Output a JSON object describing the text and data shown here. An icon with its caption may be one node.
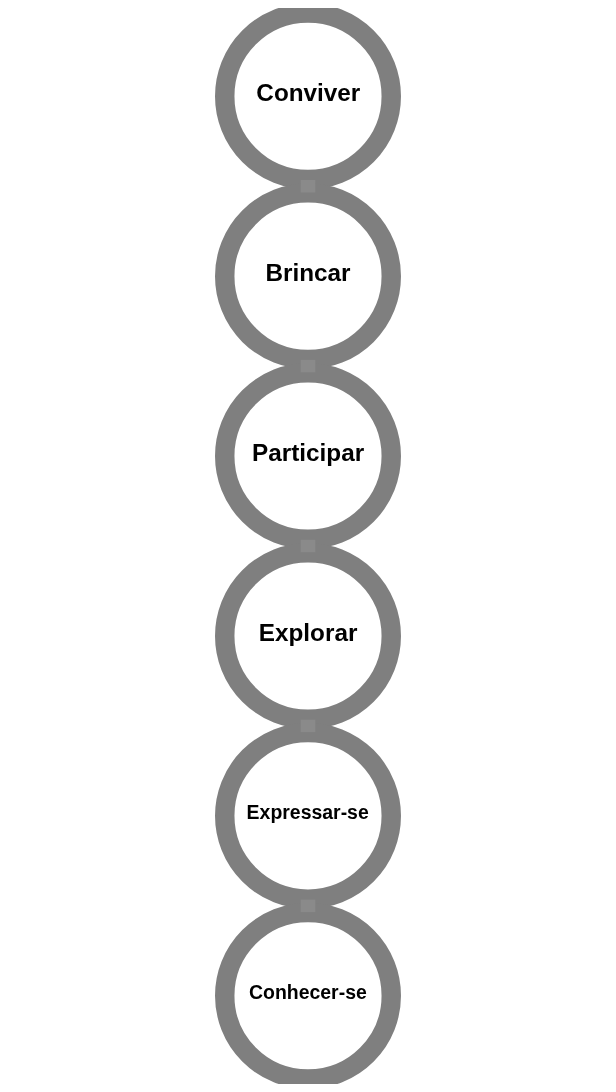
{
  "diagram": {
    "nodes": [
      {
        "text": [
          "Conviver"
        ]
      },
      {
        "text": [
          "Brincar"
        ]
      },
      {
        "text": [
          "Participar"
        ]
      },
      {
        "text": [
          "Explorar"
        ]
      },
      {
        "text": [
          "Expressar-se"
        ]
      },
      {
        "text": [
          "Conhecer-se"
        ]
      }
    ],
    "edges": [
      {
        "from": 0,
        "to": 1,
        "arrow": "none"
      },
      {
        "from": 1,
        "to": 2,
        "arrow": "none"
      },
      {
        "from": 2,
        "to": 3,
        "arrow": "none"
      },
      {
        "from": 3,
        "to": 4,
        "arrow": "none"
      },
      {
        "from": 4,
        "to": 5,
        "arrow": "none"
      }
    ]
  }
}
